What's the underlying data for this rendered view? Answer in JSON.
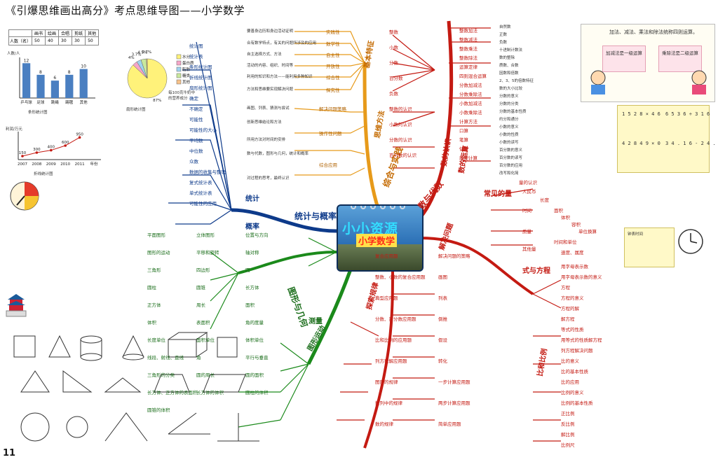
{
  "title": "《引爆思维画出高分》考点思维导图——小学数学",
  "center": {
    "brand": "小小资源",
    "subject": "小学数学"
  },
  "branches": {
    "shu_yu_dai_shu": "数与代数",
    "tu_xing_ji_he": "图形与几何",
    "tong_ji_gai_lv": "统计与概率",
    "zong_he_shi_jian": "综合与实践",
    "ce_liang": "测量",
    "tu_xing_yun_dong": "图形运动",
    "tan_suo_gui_lv": "探索规律",
    "jie_jue_wen_ti": "解决问题",
    "shi_yu_fang_cheng": "式与方程",
    "bi_he_bi_li": "比和比例",
    "chang_jian_de_liang": "常见的量",
    "shu_de_yun_suan": "数的运算",
    "shu_de_ren_shi": "数的认识",
    "si_wei_fang_fa": "思维方法",
    "ji_ben_te_zheng": "基本特征",
    "gai_lv": "概率",
    "tong_ji": "统计"
  },
  "top_nodes": [
    "实践性",
    "数学性",
    "自主性",
    "开放性",
    "综合性",
    "探究性",
    "解决问题策略",
    "操作性问题",
    "综合应用"
  ],
  "top_leaves": [
    "要善身边历和身边活动证明",
    "合有数学特点，有关的问题所涉及的应用",
    "自主选择方式、方法",
    "活动的内容、组织、时间等",
    "利用的知识和方法——能利用多种知识",
    "方法和思维要实现解决问题",
    "画图、列表、猜测与尝试",
    "创新思维结论和方法",
    "所用方法对时间的安排",
    "数与代数，图形与几何，统计和概率",
    "对过程的思考，最终认识"
  ],
  "number_nodes": [
    "整数",
    "小数",
    "分数",
    "百分数",
    "负数",
    "整数的认识",
    "小数的认识",
    "分数的认识",
    "百分数的认识",
    "整数加法",
    "整数减法",
    "整数乘法",
    "整数除法",
    "运算定律",
    "四则混合运算",
    "分数加减法",
    "分数乘除法",
    "小数加减法",
    "小数乘除法",
    "计算方法",
    "口算",
    "笔算",
    "估算",
    "简便计算"
  ],
  "number_leaves": [
    "自然数",
    "正数",
    "负数",
    "十进制计数法",
    "数的整除",
    "质数、合数",
    "因数和倍数",
    "2、3、5的倍数特征",
    "数的大小比较",
    "分数的意义",
    "分数的分类",
    "分数的基本性质",
    "约分和通分",
    "小数的意义",
    "小数的性质",
    "小数的读写",
    "百分数的意义",
    "百分数的读写",
    "百分数的应用",
    "改写和化简"
  ],
  "measure_nodes": [
    "量的认识",
    "人民币",
    "时间",
    "质量",
    "其他量",
    "长度",
    "面积",
    "体积",
    "容积",
    "单位换算",
    "时间和单位",
    "速度、属度"
  ],
  "expr_nodes": [
    "用字母表示数",
    "用字母表示数的意义",
    "方程",
    "方程的意义",
    "方程的解",
    "解方程",
    "等式的性质",
    "用等式的性质解方程",
    "列方程解决问题",
    "比的意义",
    "比的基本性质",
    "比的应用",
    "比例的意义",
    "比例的基本性质",
    "正比例",
    "反比例",
    "解比例",
    "比例尺"
  ],
  "problem_nodes": [
    "解决问题的策略",
    "画图",
    "列表",
    "倒推",
    "假设",
    "转化",
    "一步计算应用题",
    "两步计算应用题",
    "简单应用题",
    "复合应用题",
    "整数、小数的复合应用题",
    "典型应用题",
    "分数、百分数应用题",
    "比和比例的应用题",
    "列方程解应用题",
    "图形的规律",
    "数列中的规律",
    "数的规律"
  ],
  "geo_nodes": [
    "平面图形",
    "立体图形",
    "位置与方向",
    "图形的运动",
    "平移和旋转",
    "轴对称",
    "三角形",
    "四边形",
    "圆",
    "圆柱",
    "圆锥",
    "长方体",
    "正方体",
    "周长",
    "面积",
    "体积",
    "表面积",
    "角的度量",
    "长度单位",
    "面积单位",
    "体积单位",
    "线段、射线、直线",
    "角",
    "平行与垂直",
    "三角形的分类",
    "圆的周长",
    "圆的面积",
    "长方体、正方体的表面积",
    "长方体的体积",
    "圆柱的体积",
    "圆锥的体积"
  ],
  "stat_nodes": [
    "统计图",
    "统计表",
    "条形统计图",
    "折线统计图",
    "扇形统计图",
    "确定",
    "不确定",
    "可能性",
    "可能性的大小",
    "平均数",
    "中位数",
    "众数",
    "数据的收集与整理",
    "复式统计表",
    "单式统计表",
    "可能性的应用"
  ],
  "stat_table": {
    "headers": [
      "",
      "画书",
      "绘画",
      "合唱",
      "剪纸",
      "其他"
    ],
    "row_label": "人数（名）",
    "values": [
      50,
      40,
      30,
      30,
      50
    ]
  },
  "bar_chart": {
    "label": "条形统计图",
    "unit": "人数/人",
    "categories": [
      "乒乓球",
      "足球",
      "跳绳",
      "踢毽",
      "其他"
    ],
    "values": [
      12,
      8,
      6,
      8,
      10
    ],
    "ylim": [
      0,
      14
    ]
  },
  "line_chart": {
    "label": "折线统计图",
    "unit": "利润/万元",
    "years": [
      "2007",
      "2008",
      "2009",
      "2010",
      "2011",
      "年份"
    ],
    "values": [
      150,
      300,
      400,
      600,
      950
    ],
    "ylim": [
      0,
      1200
    ]
  },
  "pie_chart": {
    "label": "扇形统计图",
    "slices": [
      {
        "name": "水分",
        "value": 87
      },
      {
        "name": "蛋白质",
        "value": 4
      },
      {
        "name": "脂肪",
        "value": 3.7
      },
      {
        "name": "糖类",
        "value": 4.5
      },
      {
        "name": "其他",
        "value": 0.7
      }
    ],
    "note": "每100克牛奶中的营养成分"
  },
  "calc_examples": [
    "1 5 2 8 × 4 6",
    "6 5 3 6 ÷ 3 1 6",
    "4 2 8 4 9 × 0",
    "3 4 . 1 6 - 2 4 . 2 9"
  ],
  "cartoon_text": [
    "加法、减法、乘法和除法统称四则运算。",
    "加减法是一级运算",
    "乘除法是二级运算"
  ],
  "clock_caption": "钟表时间",
  "footer_mark": "11"
}
